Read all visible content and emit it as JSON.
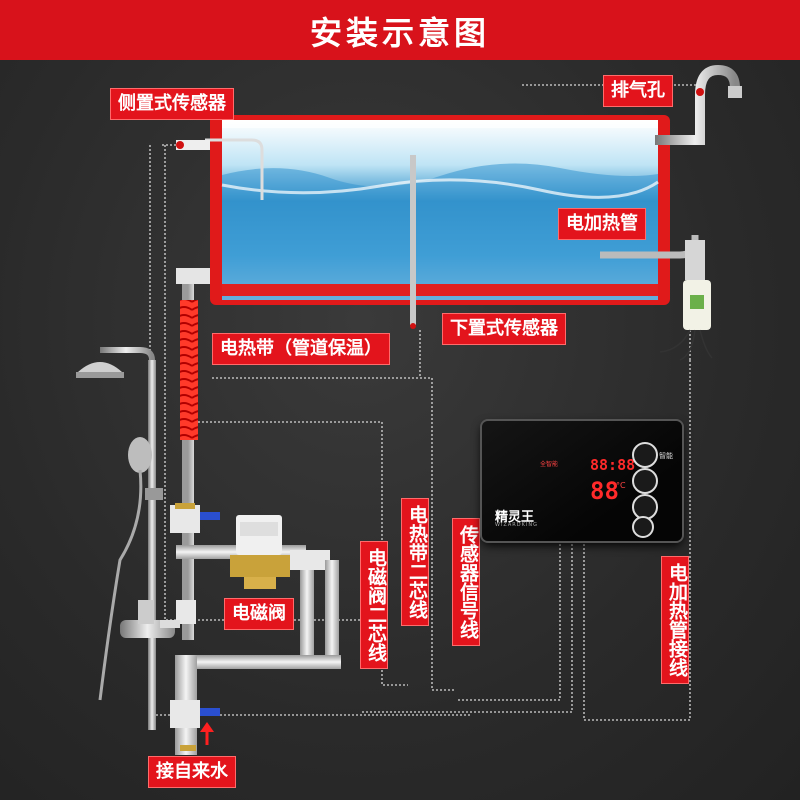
{
  "title": "安装示意图",
  "labels": {
    "side_sensor": "侧置式传感器",
    "vent": "排气孔",
    "heater_tube": "电加热管",
    "bottom_sensor": "下置式传感器",
    "heat_tape": "电热带（管道保温）",
    "solenoid_valve": "电磁阀",
    "tap_water": "接自来水",
    "valve_wire": "电磁阀二芯线",
    "tape_wire": "电热带二芯线",
    "sensor_wire": "传感器信号线",
    "heater_wire": "电加热管接线"
  },
  "controller": {
    "brand": "精灵王",
    "brand_sub": "WIZARDKING",
    "display_top": "88:88",
    "display_main": "88",
    "unit": "°C",
    "mode_text": "全智能",
    "button_labels": [
      "智能",
      "",
      "",
      ""
    ]
  },
  "colors": {
    "banner": "#d8121b",
    "label_bg": "#e3141c",
    "dotted_line": "#d8d8d8",
    "display": "#ff2a2a"
  }
}
